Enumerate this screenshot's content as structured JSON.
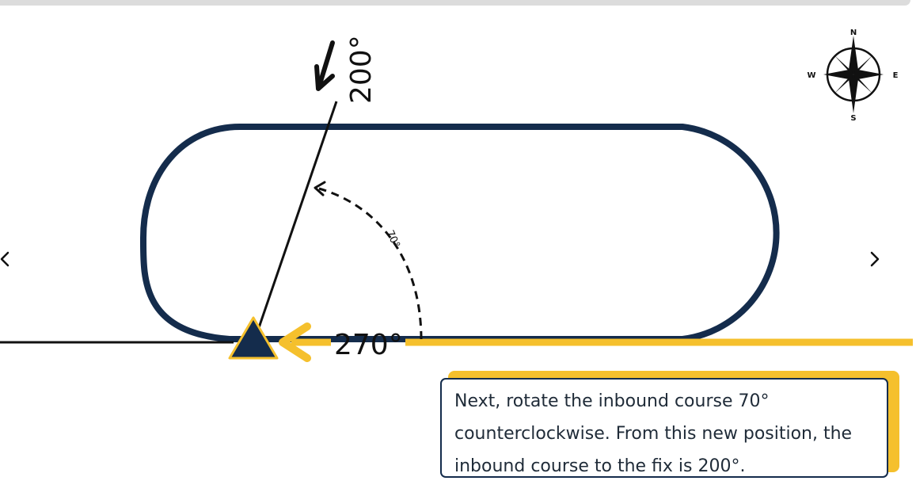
{
  "labels": {
    "top_course": "200°",
    "inbound_course": "270°",
    "rotation_angle": "70°"
  },
  "compass": {
    "north": "N",
    "south": "S",
    "east": "E",
    "west": "W",
    "icon": "compass-rose-icon"
  },
  "navigation": {
    "prev_icon": "chevron-left-icon",
    "next_icon": "chevron-right-icon"
  },
  "caption": {
    "text": "Next, rotate the inbound course 70° counterclockwise. From this new position, the inbound course to the fix is 200°."
  },
  "colors": {
    "racetrack": "#142c4c",
    "inbound_course": "#f5c02d",
    "fix_triangle": "#142c4c",
    "fix_outline": "#f5c02d"
  }
}
